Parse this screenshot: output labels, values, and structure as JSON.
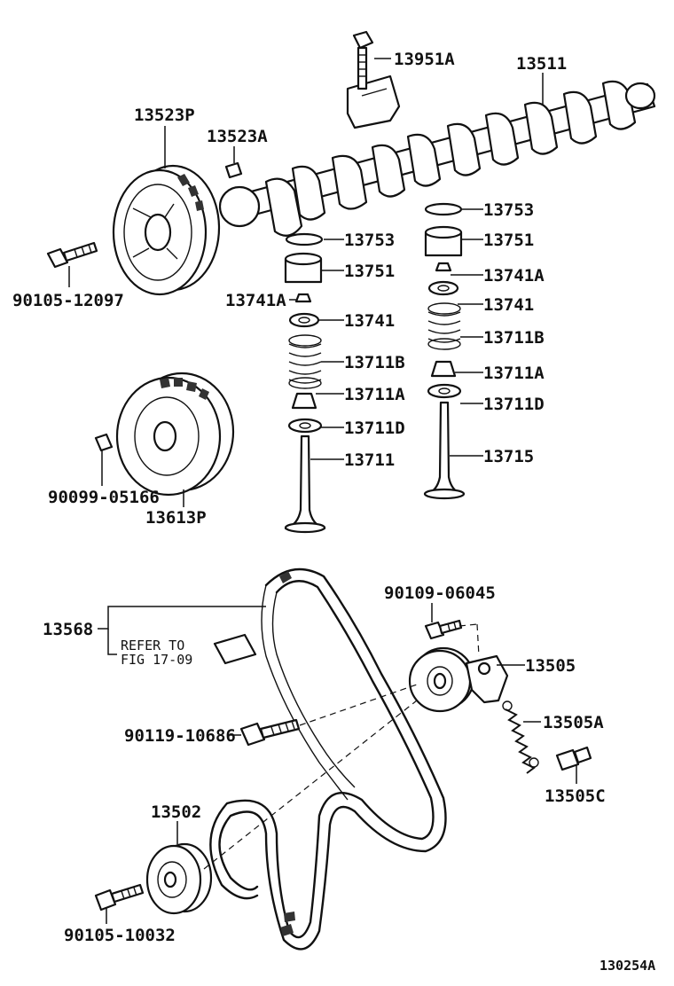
{
  "labels": {
    "p13951A": "13951A",
    "p13511": "13511",
    "p13523P": "13523P",
    "p13523A": "13523A",
    "p13753_l": "13753",
    "p13751_l": "13751",
    "p13741A_l": "13741A",
    "p13741_l": "13741",
    "p13711B_l": "13711B",
    "p13711A_l": "13711A",
    "p13711D_l": "13711D",
    "p13711": "13711",
    "p13753_r": "13753",
    "p13751_r": "13751",
    "p13741A_r": "13741A",
    "p13741_r": "13741",
    "p13711B_r": "13711B",
    "p13711A_r": "13711A",
    "p13711D_r": "13711D",
    "p13715": "13715",
    "p90105_12097": "90105-12097",
    "p90099_05166": "90099-05166",
    "p13613P": "13613P",
    "p13568": "13568",
    "refer_line1": "REFER TO",
    "refer_line2": "FIG 17-09",
    "p90109_06045": "90109-06045",
    "p13505": "13505",
    "p13505A": "13505A",
    "p13505C": "13505C",
    "p90119_10686": "90119-10686",
    "p13502": "13502",
    "p90105_10032": "90105-10032",
    "figure_id": "130254A"
  }
}
